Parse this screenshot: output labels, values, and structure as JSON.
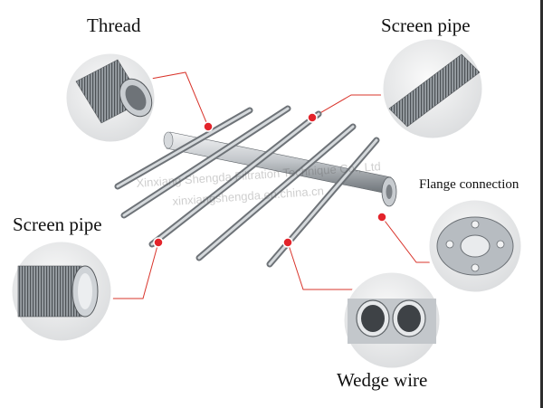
{
  "labels": {
    "thread": "Thread",
    "screen_pipe_top": "Screen pipe",
    "screen_pipe_left": "Screen pipe",
    "flange_connection": "Flange connection",
    "wedge_wire": "Wedge wire"
  },
  "watermark": {
    "company": "Xinxiang Shengda Filtration Technique Co., Ltd",
    "site": "xinxiangshengda.en.china.cn"
  },
  "colors": {
    "callout_line": "#d9342b",
    "marker": "#e3242b",
    "steel": "#b9bec4"
  }
}
